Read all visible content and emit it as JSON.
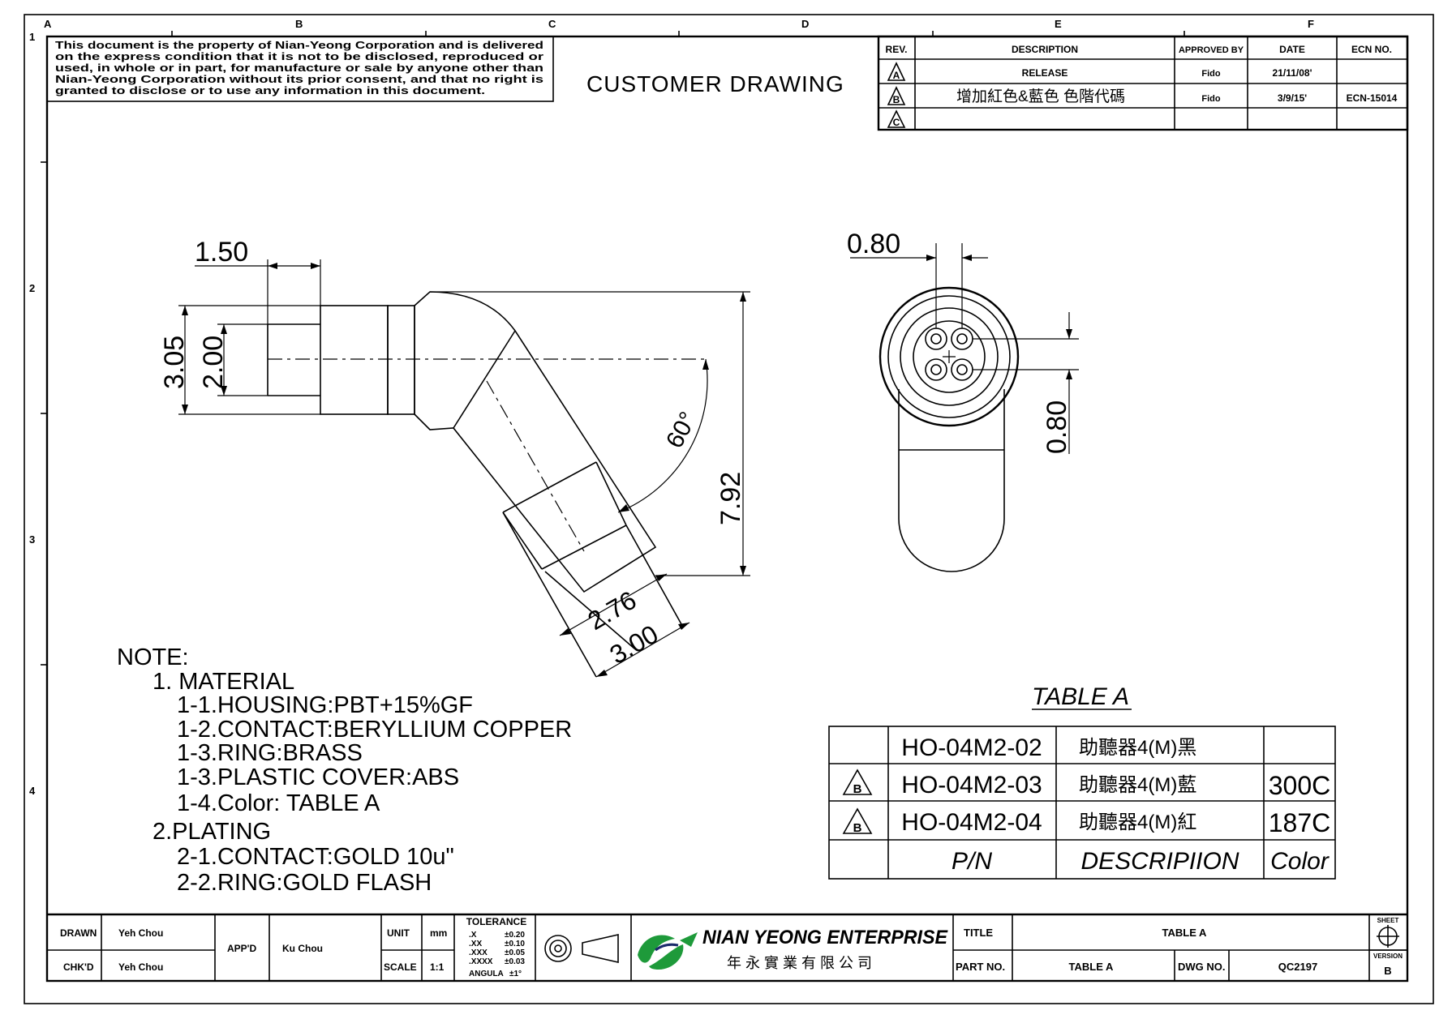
{
  "border": {
    "zones_top": [
      "A",
      "B",
      "C",
      "D",
      "E",
      "F"
    ],
    "zones_left": [
      "1",
      "2",
      "3",
      "4"
    ]
  },
  "notice": {
    "lines": [
      "This document is the property of Nian-Yeong Corporation and is delivered",
      "on the express condition that it is not to be disclosed, reproduced or",
      "used, in whole or in part, for manufacture or sale by anyone other than",
      "Nian-Yeong Corporation without its prior consent, and that no right is",
      "granted to disclose or to use any information in this document."
    ]
  },
  "heading": "CUSTOMER DRAWING",
  "revision_table": {
    "headers": [
      "REV.",
      "DESCRIPTION",
      "APPROVED BY",
      "DATE",
      "ECN NO."
    ],
    "rows": [
      {
        "rev": "A",
        "description": "RELEASE",
        "approved": "Fido",
        "date": "21/11/08'",
        "ecn": ""
      },
      {
        "rev": "B",
        "description": "增加紅色&藍色  色階代碼",
        "approved": "Fido",
        "date": "3/9/15'",
        "ecn": "ECN-15014"
      },
      {
        "rev": "C",
        "description": "",
        "approved": "",
        "date": "",
        "ecn": ""
      }
    ]
  },
  "dimensions": {
    "d_150": "1.50",
    "d_305": "3.05",
    "d_200": "2.00",
    "d_60": "60°",
    "d_792": "7.92",
    "d_276": "2.76",
    "d_300": "3.00",
    "d_080_top": "0.80",
    "d_080_side": "0.80"
  },
  "notes": {
    "title": "NOTE:",
    "material": "1. MATERIAL",
    "m1": "1-1.HOUSING:PBT+15%GF",
    "m2": "1-2.CONTACT:BERYLLIUM COPPER",
    "m3": "1-3.RING:BRASS",
    "m4": "1-3.PLASTIC COVER:ABS",
    "m5": "1-4.Color: TABLE A",
    "plating": "2.PLATING",
    "p1": "2-1.CONTACT:GOLD 10u\"",
    "p2": "2-2.RING:GOLD FLASH"
  },
  "table_a": {
    "title": "TABLE A",
    "rows": [
      {
        "rev": "",
        "pn": "HO-04M2-02",
        "desc": "助聽器4(M)黑",
        "color": ""
      },
      {
        "rev": "B",
        "pn": "HO-04M2-03",
        "desc": "助聽器4(M)藍",
        "color": "300C"
      },
      {
        "rev": "B",
        "pn": "HO-04M2-04",
        "desc": "助聽器4(M)紅",
        "color": "187C"
      }
    ],
    "footer": {
      "pn": "P/N",
      "desc": "DESCRIPIION",
      "color": "Color"
    }
  },
  "title_block": {
    "drawn_label": "DRAWN",
    "drawn_value": "Yeh Chou",
    "chkd_label": "CHK'D",
    "chkd_value": "Yeh Chou",
    "appd_label": "APP'D",
    "appd_value": "Ku Chou",
    "unit_label": "UNIT",
    "unit_value": "mm",
    "scale_label": "SCALE",
    "scale_value": "1:1",
    "tolerance_title": "TOLERANCE",
    "tolerance_rows": [
      {
        "k": ".X",
        "v": "±0.20"
      },
      {
        "k": ".XX",
        "v": "±0.10"
      },
      {
        "k": ".XXX",
        "v": "±0.05"
      },
      {
        "k": ".XXXX",
        "v": "±0.03"
      },
      {
        "k": "ANGULA",
        "v": "±1°"
      }
    ],
    "company_en": "NIAN YEONG ENTERPRISE",
    "company_zh": "年 永 實 業 有 限 公 司",
    "title_label": "TITLE",
    "title_value": "TABLE A",
    "partno_label": "PART NO.",
    "partno_value": "TABLE A",
    "dwgno_label": "DWG NO.",
    "dwgno_value": "QC2197",
    "sheet_label": "SHEET",
    "version_label": "VERSION",
    "version_value": "B"
  },
  "colors": {
    "line": "#000000",
    "logo_green": "#1e9a3a",
    "logo_navy": "#1b2a6b"
  }
}
